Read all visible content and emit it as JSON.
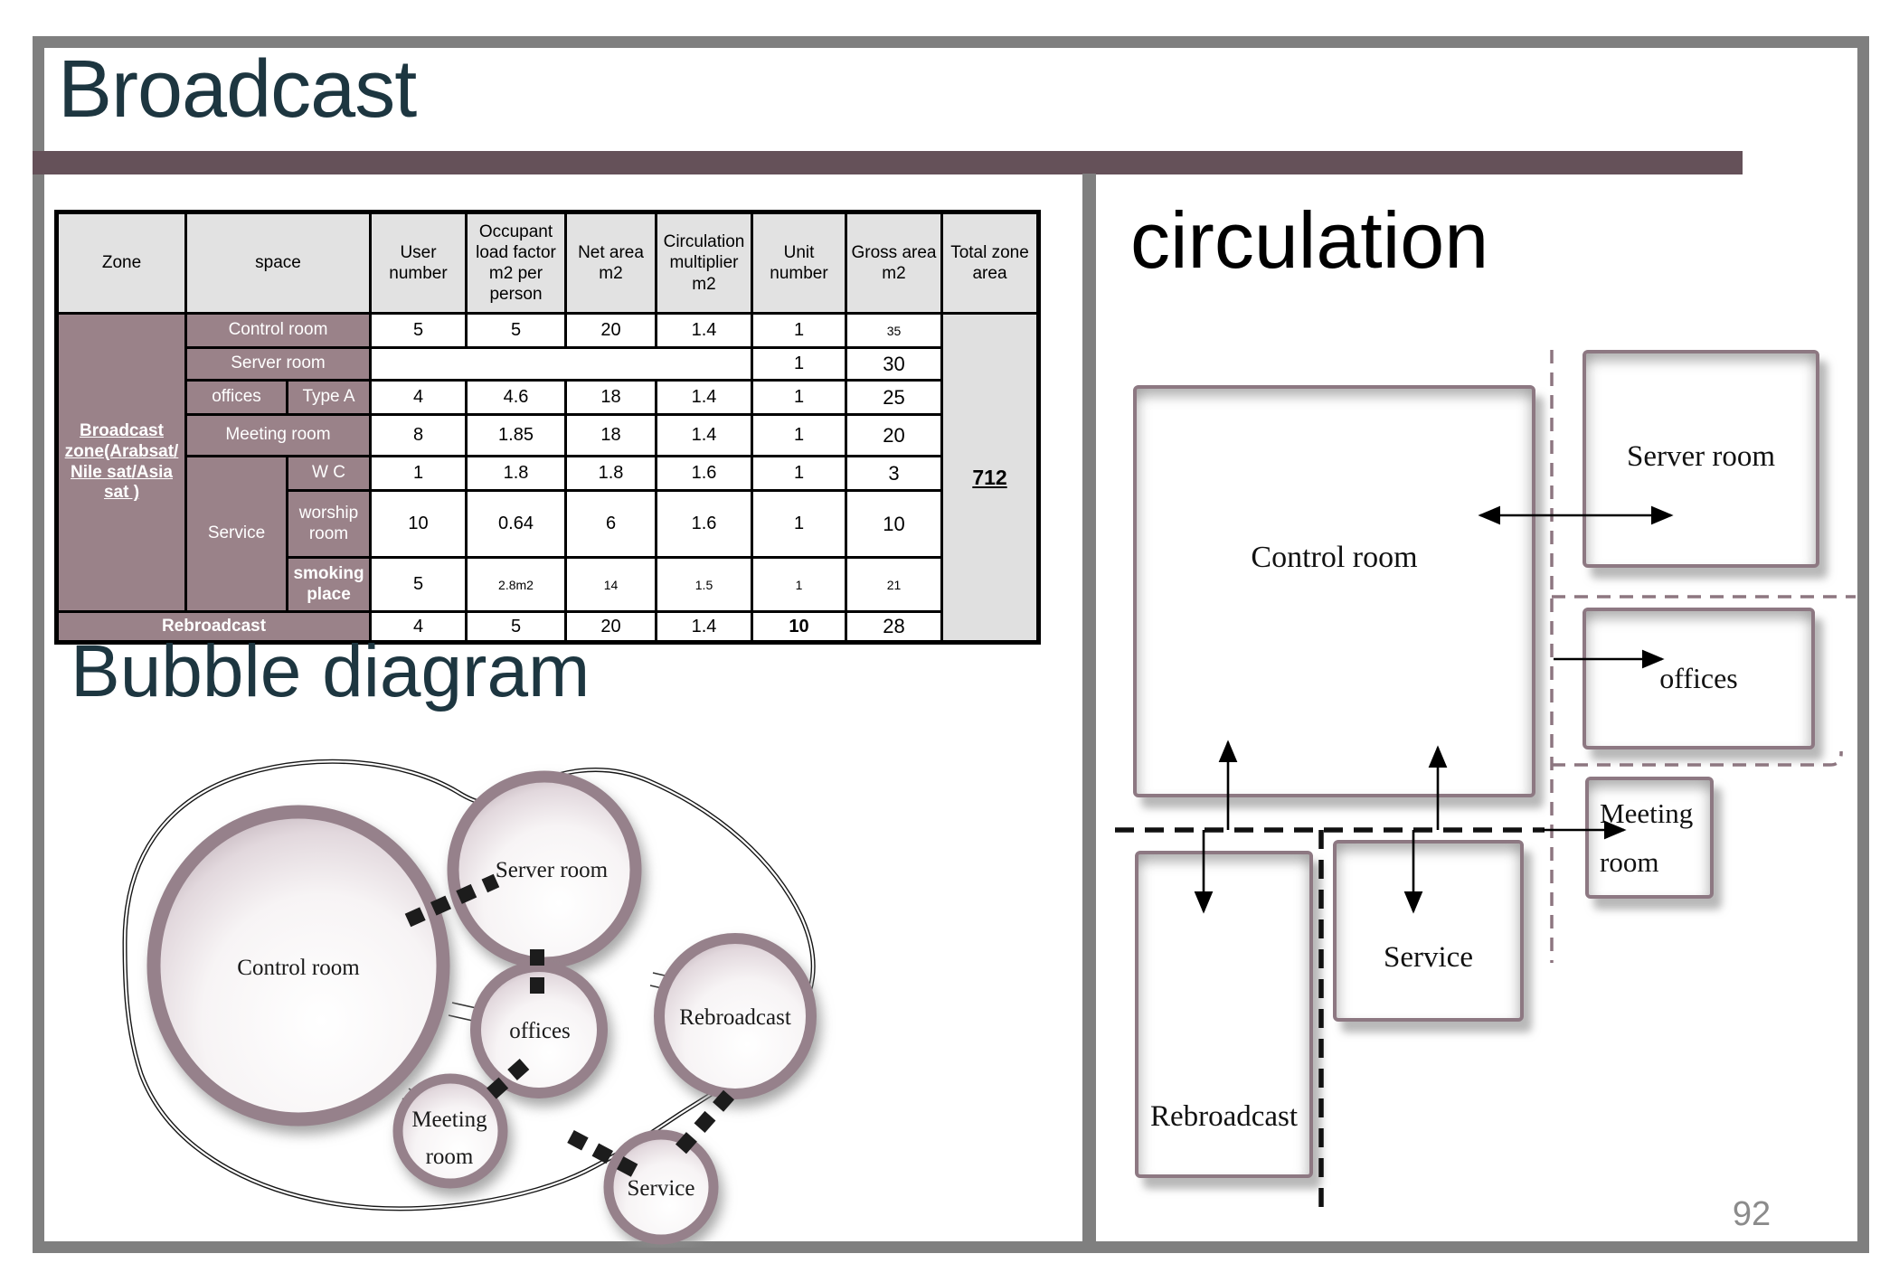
{
  "slide": {
    "title": "Broadcast",
    "page_number": "92",
    "colors": {
      "accent_bar": "#655159",
      "frame_gray": "#7f7f7f",
      "heading": "#1d3640",
      "table_mauve": "#9a8289",
      "room_border": "#8d7882",
      "header_gray": "#e2e2e2"
    }
  },
  "table": {
    "headers": [
      "Zone",
      "space",
      "User number",
      "Occupant load factor m2 per person",
      "Net area m2",
      "Circulation multiplier m2",
      "Unit number",
      "Gross area m2",
      "Total zone area"
    ],
    "zone_lines": [
      "Broadcast",
      "zone(Arabsat/",
      "Nile sat/Asia",
      "sat )"
    ],
    "service_label": "Service",
    "total": "712",
    "rows": {
      "control": {
        "label": "Control room",
        "user": "5",
        "occ": "5",
        "net": "20",
        "circ": "1.4",
        "unit": "1",
        "gross": "35"
      },
      "server": {
        "label": "Server room",
        "unit": "1",
        "gross": "30"
      },
      "offices": {
        "label": "offices",
        "type": "Type A",
        "user": "4",
        "occ": "4.6",
        "net": "18",
        "circ": "1.4",
        "unit": "1",
        "gross": "25"
      },
      "meeting": {
        "label": "Meeting room",
        "user": "8",
        "occ": "1.85",
        "net": "18",
        "circ": "1.4",
        "unit": "1",
        "gross": "20"
      },
      "wc": {
        "label": "W C",
        "user": "1",
        "occ": "1.8",
        "net": "1.8",
        "circ": "1.6",
        "unit": "1",
        "gross": "3"
      },
      "worship": {
        "label": "worship room",
        "user": "10",
        "occ": "0.64",
        "net": "6",
        "circ": "1.6",
        "unit": "1",
        "gross": "10"
      },
      "smoking": {
        "label": "smoking place",
        "user": "5",
        "occ": "2.8m2",
        "net": "14",
        "circ": "1.5",
        "unit": "1",
        "gross": "21"
      },
      "rebroadcast": {
        "label": "Rebroadcast",
        "user": "4",
        "occ": "5",
        "net": "20",
        "circ": "1.4",
        "unit": "10",
        "gross": "28"
      }
    }
  },
  "bubble": {
    "heading": "Bubble diagram",
    "labels": {
      "control": "Control room",
      "server": "Server room",
      "offices": "offices",
      "meeting1": "Meeting",
      "meeting2": "room",
      "rebroadcast": "Rebroadcast",
      "service": "Service"
    }
  },
  "circulation": {
    "heading": "circulation",
    "labels": {
      "control": "Control room",
      "server": "Server room",
      "offices": "offices",
      "meeting1": "Meeting",
      "meeting2": "room",
      "service": "Service",
      "rebroadcast": "Rebroadcast"
    }
  }
}
